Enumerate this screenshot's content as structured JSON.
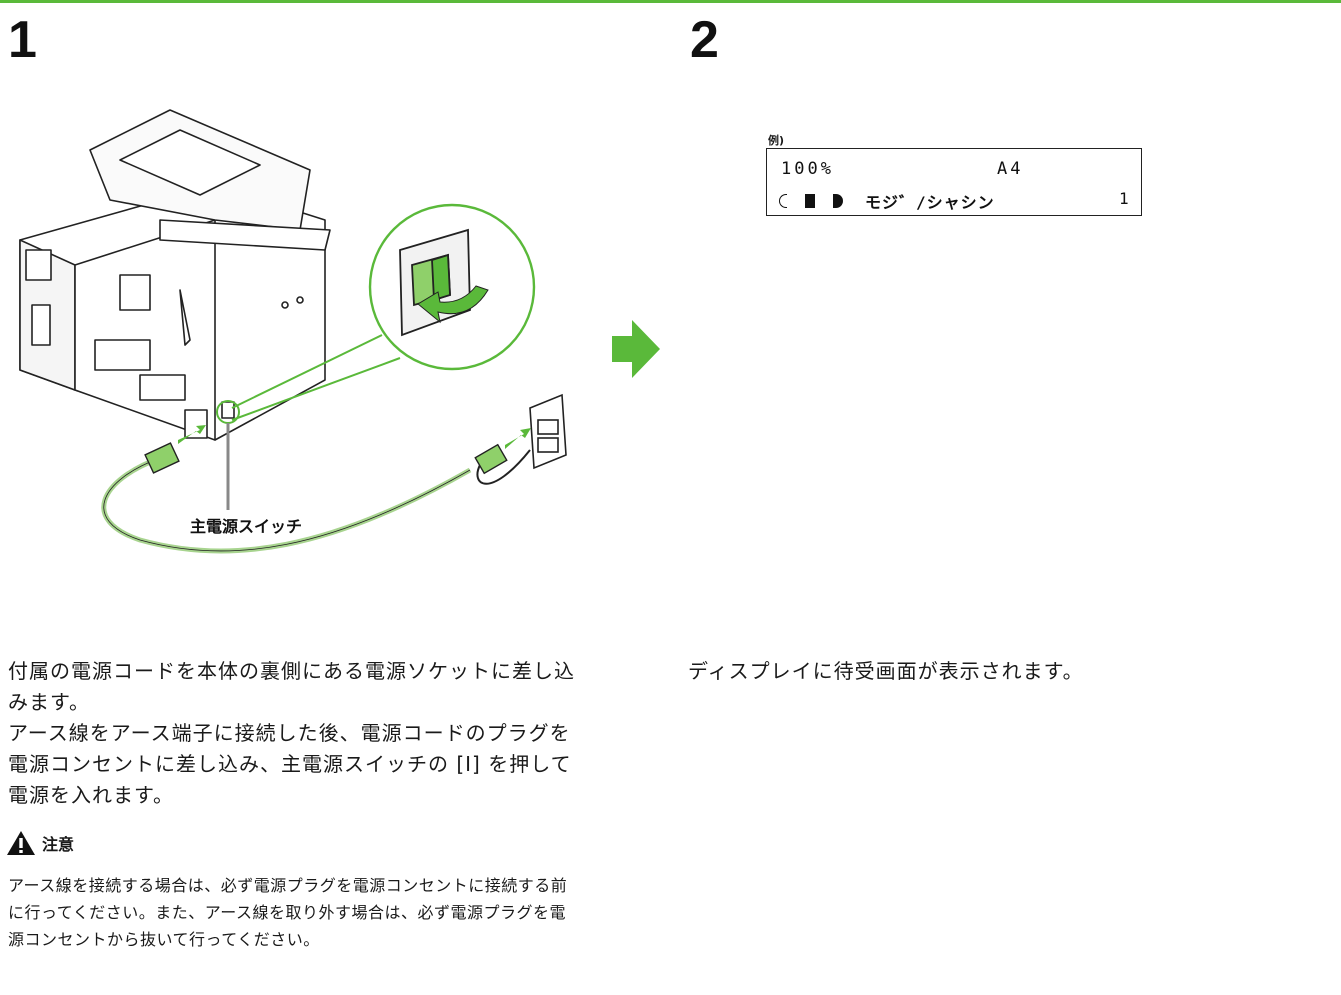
{
  "steps": [
    {
      "number": "1"
    },
    {
      "number": "2"
    }
  ],
  "illustration": {
    "switch_label": "主電源スイッチ"
  },
  "display_example": {
    "label": "例)",
    "row1_left": "100%",
    "row1_right": "A4",
    "row2_mode": "モジ゛/シャシン",
    "row2_count": "1"
  },
  "step1": {
    "paragraphs": [
      "付属の電源コードを本体の裏側にある電源ソケットに差し込みます。",
      "アース線をアース端子に接続した後、電源コードのプラグを電源コンセントに差し込み、主電源スイッチの [I] を押して電源を入れます。"
    ]
  },
  "caution": {
    "title": "注意",
    "body": "アース線を接続する場合は、必ず電源プラグを電源コンセントに接続する前に行ってください。また、アース線を取り外す場合は、必ず電源プラグを電源コンセントから抜いて行ってください。"
  },
  "step2": {
    "text": "ディスプレイに待受画面が表示されます。"
  },
  "colors": {
    "accent": "#5ab93a",
    "cable": "#a8d48f"
  }
}
